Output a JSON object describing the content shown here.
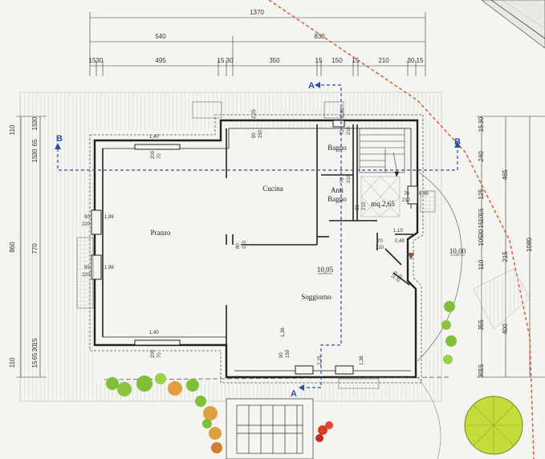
{
  "dimensions": {
    "overall": "1370",
    "left_block": "540",
    "right_block": "830",
    "top_segments": [
      "15",
      "30",
      "495",
      "15",
      "30",
      "350",
      "15",
      "150",
      "15",
      "210",
      "30",
      "15"
    ],
    "left_side": [
      "110",
      "30",
      "15",
      "65",
      "30",
      "15",
      "860",
      "770",
      "15",
      "30",
      "65",
      "15",
      "110"
    ],
    "right_side": [
      "30",
      "15",
      "240",
      "125",
      "465",
      "15",
      "10",
      "15",
      "30",
      "105",
      "215",
      "1080",
      "110",
      "355",
      "400",
      "15",
      "30"
    ]
  },
  "rooms": {
    "pranzo": "Pranzo",
    "cucina": "Cucina",
    "soggiorno": "Soggiorno",
    "bagno": "Bagno",
    "antibagno_1": "Anti",
    "antibagno_2": "Bagno",
    "stair_area": "mq.2,65"
  },
  "levels": {
    "interior": "10,05",
    "exterior": "10,00"
  },
  "openings": {
    "top_1": "1,40",
    "top_1b": "200",
    "top_1c": "70",
    "left_1a": "90",
    "left_1b": "220",
    "left_1c": "1,98",
    "left_2a": "90",
    "left_2b": "220",
    "left_2c": "1,98",
    "bottom_1": "1,40",
    "bottom_1b": "200",
    "bottom_1c": "70",
    "kitchen_a": "90",
    "kitchen_b": "250",
    "kitchen_c": "2,25",
    "bath_a": "70",
    "bath_b": "210",
    "bath_c": "0,49",
    "anti_a": "70",
    "anti_b": "210",
    "anti_c": "80",
    "anti_d": "210",
    "stair_a": "70",
    "stair_b": "210",
    "stair_c": "0,49",
    "stair_d": "70",
    "stair_e": "210",
    "stair_f": "1,10",
    "door_entry_a": "100",
    "door_entry_b": "250",
    "sogg_a": "1,36",
    "sogg_b": "90",
    "sogg_c": "150",
    "sogg_d": "2,25",
    "sogg_e": "1,36",
    "pillar_a": "80",
    "pillar_b": "210"
  },
  "section_marks": {
    "a_top": "A",
    "a_bottom": "A",
    "b_left": "B",
    "b_right": "B"
  },
  "colors": {
    "wall": "#222222",
    "section_line": "#2b4fa8",
    "property_line": "#e0502a",
    "vegetation_green": "#7fbf3a",
    "vegetation_orange": "#e0a040"
  }
}
